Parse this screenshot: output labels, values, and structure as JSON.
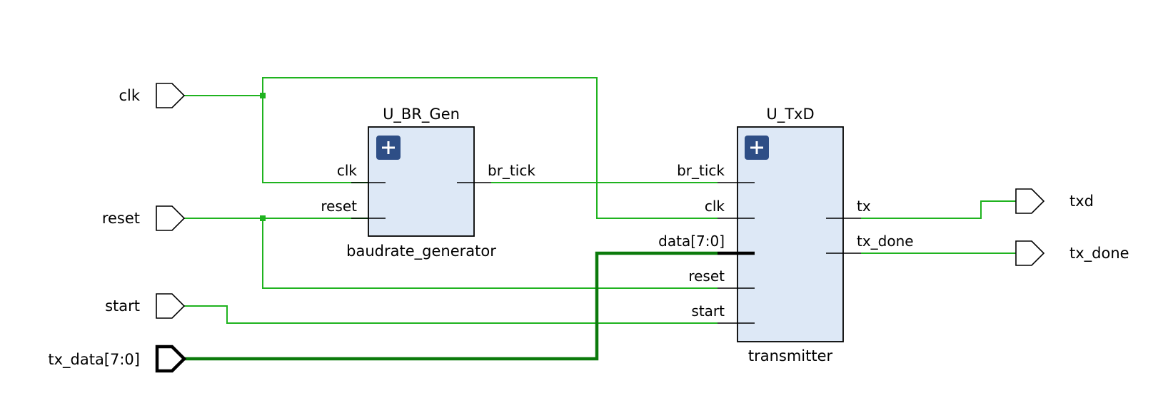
{
  "top_ports": {
    "inputs": [
      "clk",
      "reset",
      "start",
      "tx_data[7:0]"
    ],
    "outputs": [
      "txd",
      "tx_done"
    ]
  },
  "blocks": {
    "br_gen": {
      "instance": "U_BR_Gen",
      "module": "baudrate_generator",
      "inputs": [
        "clk",
        "reset"
      ],
      "outputs": [
        "br_tick"
      ]
    },
    "txd": {
      "instance": "U_TxD",
      "module": "transmitter",
      "inputs": [
        "br_tick",
        "clk",
        "data[7:0]",
        "reset",
        "start"
      ],
      "outputs": [
        "tx",
        "tx_done"
      ]
    }
  },
  "colors": {
    "wire": "#1fb31f",
    "bus": "#0b7a0b",
    "block_fill": "#dde8f6",
    "expand_button": "#2e4e86"
  },
  "icons": {
    "expand": "plus-icon"
  }
}
